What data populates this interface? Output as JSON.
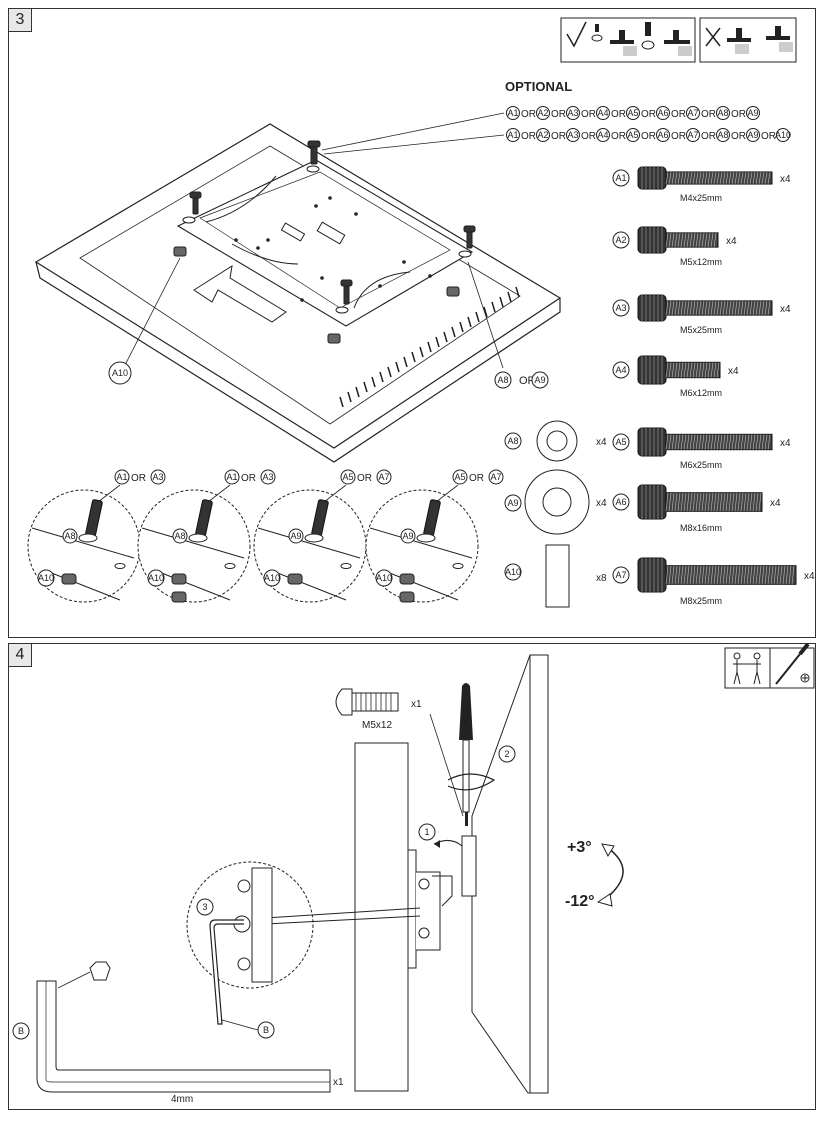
{
  "step3": {
    "number": "3",
    "optional_label": "OPTIONAL",
    "choice_row_1": [
      "A1",
      "A2",
      "A3",
      "A4",
      "A5",
      "A6",
      "A7",
      "A8",
      "A9"
    ],
    "choice_row_2": [
      "A1",
      "A2",
      "A3",
      "A4",
      "A5",
      "A6",
      "A7",
      "A8",
      "A9",
      "A10"
    ],
    "or_word": "OR",
    "callout_a10": "A10",
    "callout_right": {
      "a": "A8",
      "or": "OR",
      "b": "A9"
    },
    "screws": [
      {
        "id": "A1",
        "size": "M4x25mm",
        "qty": "x4"
      },
      {
        "id": "A2",
        "size": "M5x12mm",
        "qty": "x4"
      },
      {
        "id": "A3",
        "size": "M5x25mm",
        "qty": "x4"
      },
      {
        "id": "A4",
        "size": "M6x12mm",
        "qty": "x4"
      },
      {
        "id": "A5",
        "size": "M6x25mm",
        "qty": "x4"
      },
      {
        "id": "A6",
        "size": "M8x16mm",
        "qty": "x4"
      },
      {
        "id": "A7",
        "size": "M8x25mm",
        "qty": "x4"
      }
    ],
    "washers": [
      {
        "id": "A8",
        "qty": "x4"
      },
      {
        "id": "A9",
        "qty": "x4"
      },
      {
        "id": "A10",
        "qty": "x8"
      }
    ],
    "details": [
      {
        "top_a": "A1",
        "top_b": "A3",
        "washer": "A8",
        "spacer": "A10"
      },
      {
        "top_a": "A1",
        "top_b": "A3",
        "washer": "A8",
        "spacer": "A10"
      },
      {
        "top_a": "A5",
        "top_b": "A7",
        "washer": "A9",
        "spacer": "A10"
      },
      {
        "top_a": "A5",
        "top_b": "A7",
        "washer": "A9",
        "spacer": "A10"
      }
    ]
  },
  "step4": {
    "number": "4",
    "screw_label": "M5x12",
    "screw_qty": "x1",
    "num_1": "1",
    "num_2": "2",
    "num_3": "3",
    "tilt_up": "+3°",
    "tilt_down": "-12°",
    "key_label": "B",
    "key_size": "4mm",
    "key_qty": "x1"
  }
}
